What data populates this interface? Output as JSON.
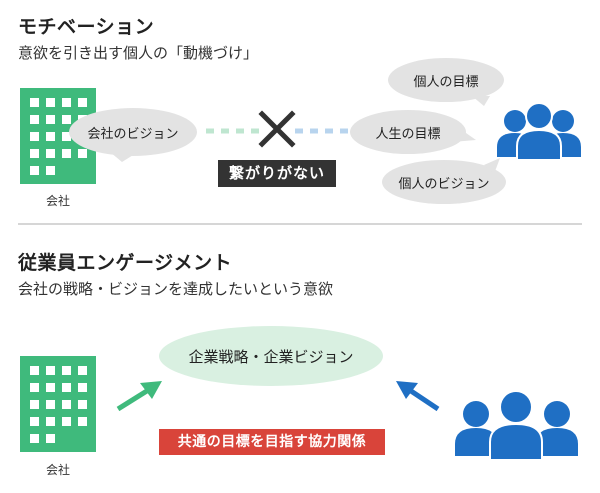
{
  "motivation": {
    "title": "モチベーション",
    "subtitle": "意欲を引き出す個人の「動機づけ」",
    "company_label": "会社",
    "company_bubble": "会社のビジョン",
    "no_link_label": "繋がりがない",
    "person_bubbles": [
      "個人の目標",
      "人生の目標",
      "個人のビジョン"
    ]
  },
  "engagement": {
    "title": "従業員エンゲージメント",
    "subtitle": "会社の戦略・ビジョンを達成したいという意欲",
    "company_label": "会社",
    "shared_ellipse": "企業戦略・企業ビジョン",
    "relation_label": "共通の目標を目指す協力関係"
  },
  "colors": {
    "building_green": "#3fba7c",
    "people_blue": "#1f6fc4",
    "bubble_gray": "#e3e3e3",
    "ellipse_green": "#d9f0e1",
    "dash_green": "#bfe6d0",
    "dash_blue": "#b8d4ee",
    "arrow_green": "#3fba7c",
    "arrow_blue": "#1f6fc4",
    "label_dark": "#333333",
    "label_red": "#d9443a"
  }
}
